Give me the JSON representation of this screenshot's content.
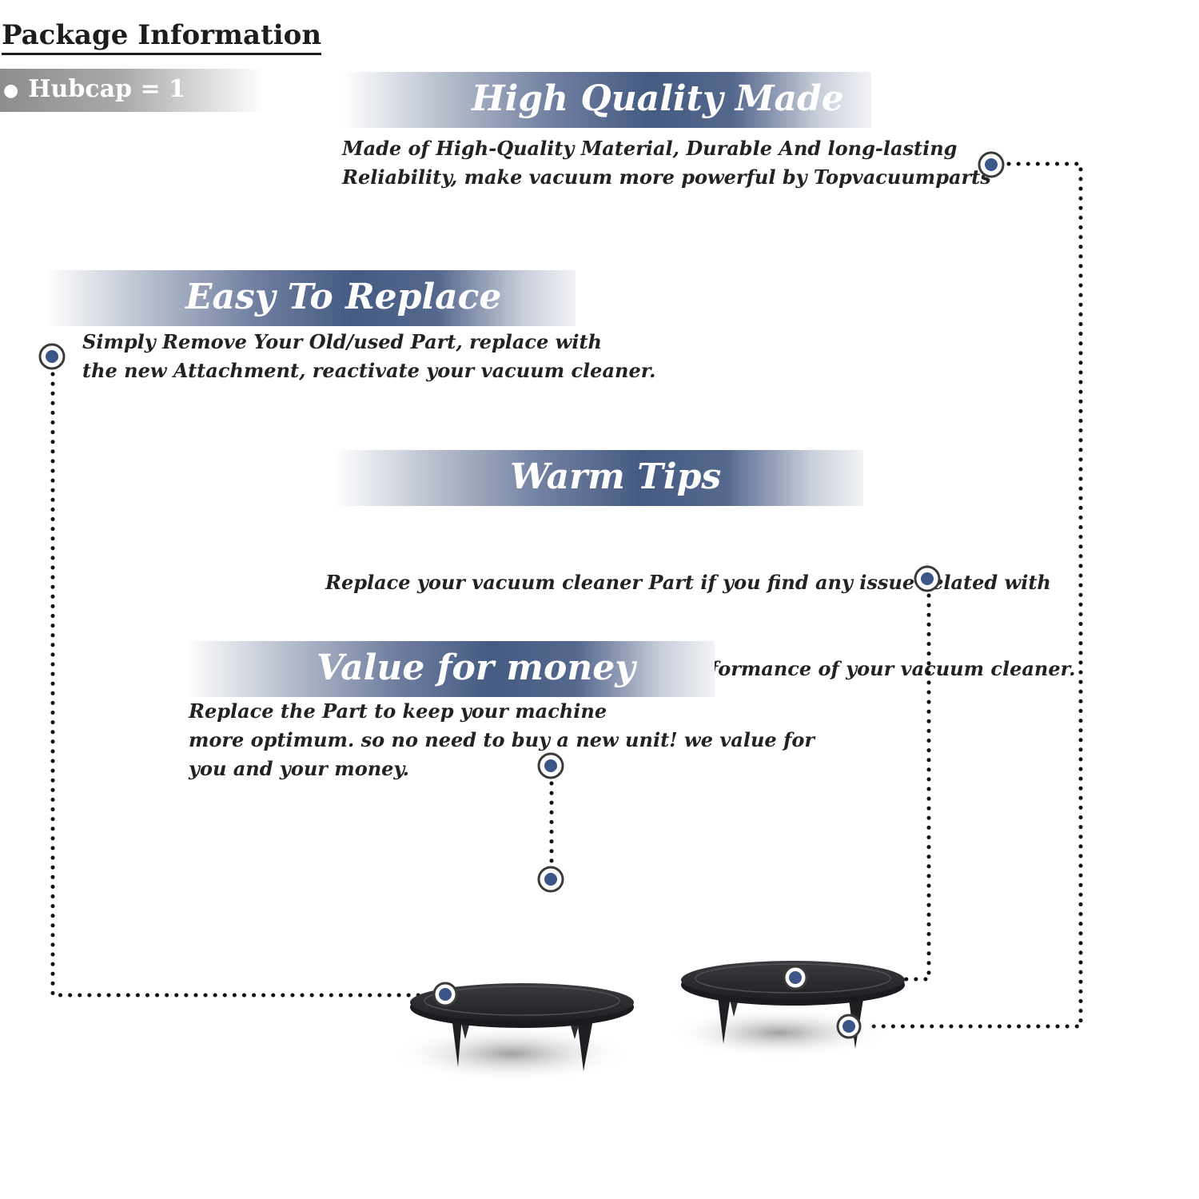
{
  "package": {
    "title": "Package Information",
    "item": "Hubcap = 1"
  },
  "features": {
    "quality": {
      "title": "High Quality Made",
      "lines": [
        "Made of  High-Quality Material, Durable And long-lasting",
        "Reliability, make vacuum more powerful by Topvacuumparts"
      ]
    },
    "replace": {
      "title": "Easy To Replace",
      "lines": [
        "Simply Remove Your Old/used Part, replace with",
        "the new Attachment, reactivate your vacuum cleaner."
      ]
    },
    "tips": {
      "title": "Warm Tips",
      "lines": [
        "Replace your vacuum cleaner Part if you find any issue related with",
        " attachment to ensure optimum performance of your vacuum cleaner."
      ]
    },
    "value": {
      "title": "Value for money",
      "lines": [
        "Replace the Part to keep your machine",
        "more optimum. so no need to buy a new unit! we value for",
        "you and your money."
      ]
    }
  },
  "colors": {
    "banner_blue": "#455b82",
    "marker_blue": "#3c5688",
    "text_dark": "#222222"
  },
  "product_image": "two-black-hubcaps"
}
